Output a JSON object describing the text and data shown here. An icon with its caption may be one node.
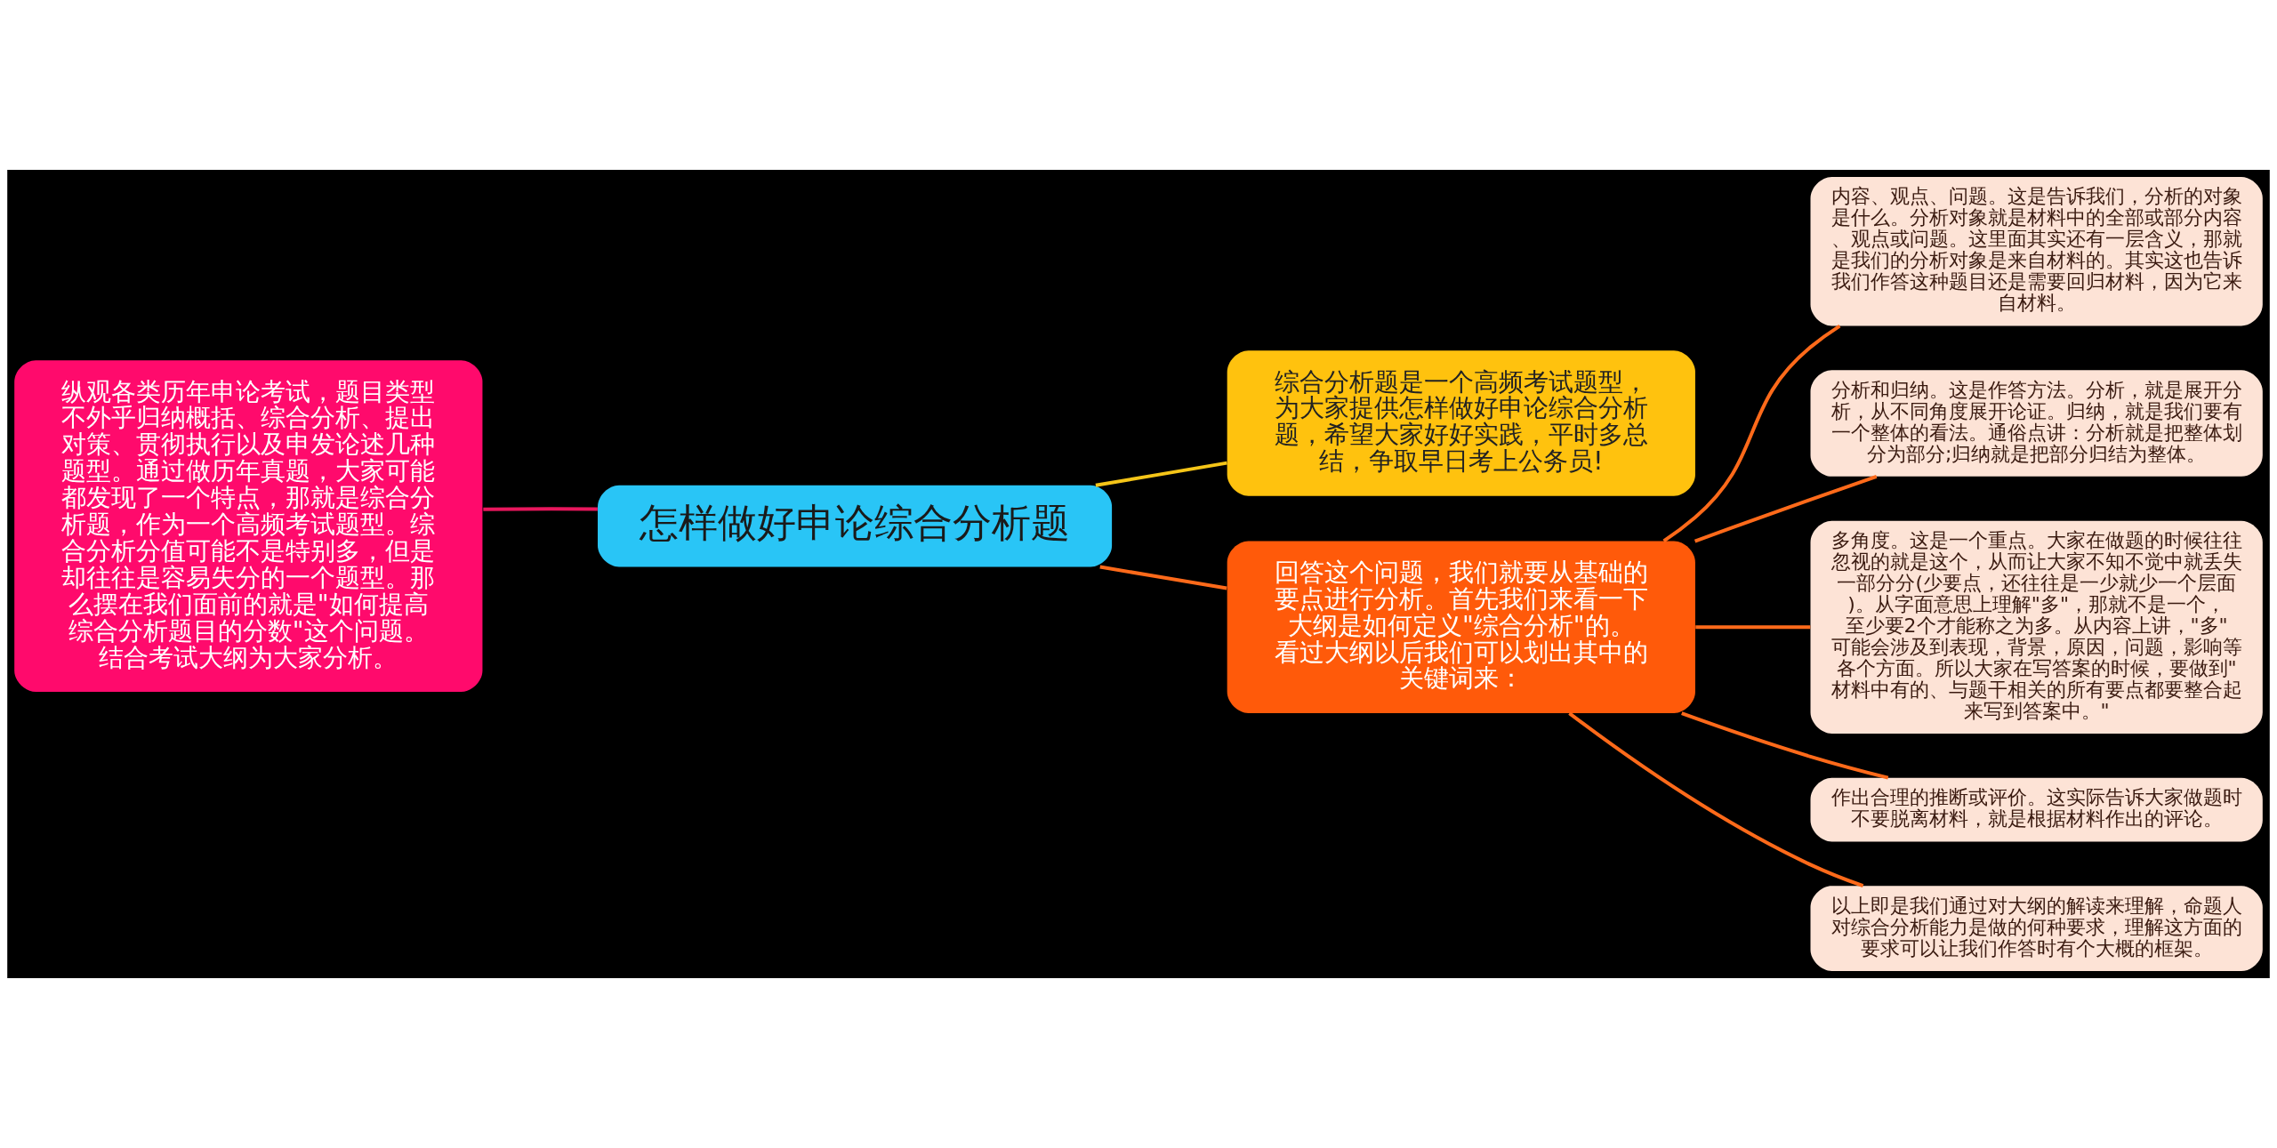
{
  "diagram": {
    "nodes": [
      {
        "text": [
          "怎样做好申论综合分析题"
        ]
      },
      {
        "text": [
          "纵观各类历年申论考试，题目类型不外乎归纳概括、综合分析、提出对策、贯彻执行以及申发论述几种题型。通过做历年真题，大家可能都发现了一个特点，那就是综合分析题，作为一个高频考试题型。综合分析分值可能不是特别多，但是却往往是容易失分的一个题型。那么摆在我们面前的就是\"如何提高综合分析题目的分数\"这个问题。结合考试大纲为大家分析。"
        ]
      },
      {
        "text": [
          "综合分析题是一个高频考试题型，为大家提供怎样做好申论综合分析题，希望大家好好实践，平时多总结，争取早日考上公务员!"
        ]
      },
      {
        "text": [
          "回答这个问题，我们就要从基础的要点进行分析。首先我们来看一下大纲是如何定义\"综合分析\"的。看过大纲以后我们可以划出其中的关键词来："
        ]
      },
      {
        "text": [
          "内容、观点、问题。这是告诉我们，分析的对象是什么。分析对象就是材料中的全部或部分内容、观点或问题。这里面其实还有一层含义，那就是我们的分析对象是来自材料的。其实这也告诉我们作答这种题目还是需要回归材料，因为它来自材料。"
        ]
      },
      {
        "text": [
          "分析和归纳。这是作答方法。分析，就是展开分析，从不同角度展开论证。归纳，就是我们要有一个整体的看法。通俗点讲：分析就是把整体划分为部分;归纳就是把部分归结为整体。"
        ]
      },
      {
        "text": [
          "多角度。这是一个重点。大家在做题的时候往往忽视的就是这个，从而让大家不知不觉中就丢失一部分分(少要点，还往往是一少就少一个层面)。从字面意思上理解\"多\"，那就不是一个，至少要2个才能称之为多。从内容上讲，\"多\"可能会涉及到表现，背景，原因，问题，影响等各个方面。所以大家在写答案的时候，要做到\"材料中有的、与题干相关的所有要点都要整合起来写到答案中。\""
        ]
      },
      {
        "text": [
          "作出合理的推断或评价。这实际告诉大家做题时不要脱离材料，就是根据材料作出的评论。"
        ]
      },
      {
        "text": [
          "以上即是我们通过对大纲的解读来理解，命题人对综合分析能力是做的何种要求，理解这方面的要求可以让我们作答时有个大概的框架。"
        ]
      }
    ],
    "edges": [
      {
        "from": 0,
        "to": 1,
        "arrow": "none",
        "color": "#e8175d"
      },
      {
        "from": 0,
        "to": 2,
        "arrow": "none",
        "color": "#f5c518"
      },
      {
        "from": 0,
        "to": 3,
        "arrow": "none"
      },
      {
        "from": 3,
        "to": 4,
        "arrow": "none"
      },
      {
        "from": 3,
        "to": 5,
        "arrow": "none"
      },
      {
        "from": 3,
        "to": 6,
        "arrow": "none"
      },
      {
        "from": 3,
        "to": 7,
        "arrow": "none"
      },
      {
        "from": 3,
        "to": 8,
        "arrow": "none"
      }
    ]
  }
}
